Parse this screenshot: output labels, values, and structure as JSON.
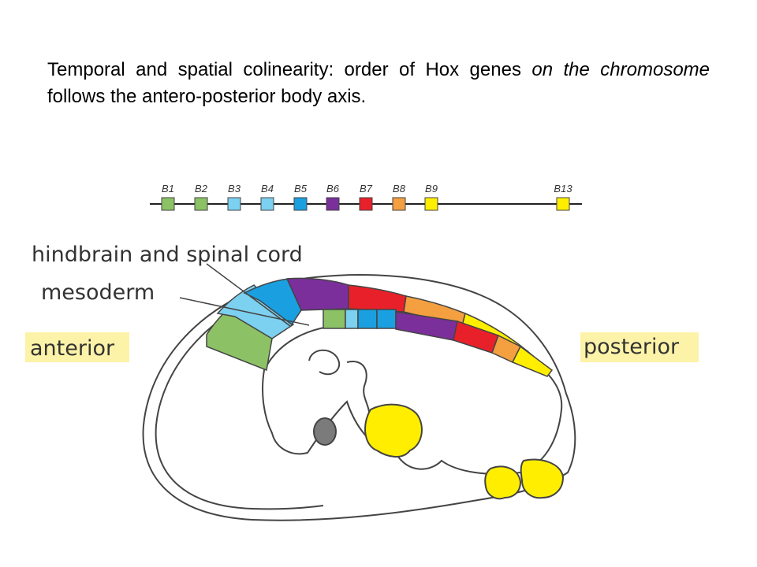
{
  "title": {
    "part1": "Temporal and spatial colinearity: order of Hox genes ",
    "part2_italic": "on the chromosome",
    "part3": " follows the antero-posterior body axis."
  },
  "chromosome": {
    "genes": [
      {
        "label": "B1",
        "color": "#8cc265"
      },
      {
        "label": "B2",
        "color": "#8cc265"
      },
      {
        "label": "B3",
        "color": "#7cd0f0"
      },
      {
        "label": "B4",
        "color": "#7cd0f0"
      },
      {
        "label": "B5",
        "color": "#1aa0e0"
      },
      {
        "label": "B6",
        "color": "#7a2f9a"
      },
      {
        "label": "B7",
        "color": "#e8202a"
      },
      {
        "label": "B8",
        "color": "#f4a040"
      },
      {
        "label": "B9",
        "color": "#ffee00"
      },
      {
        "label": "B13",
        "color": "#ffee00"
      }
    ]
  },
  "labels": {
    "hindbrain": "hindbrain and spinal cord",
    "mesoderm": "mesoderm",
    "anterior": "anterior",
    "posterior": "posterior"
  },
  "colors": {
    "highlight": "#fdf3a8",
    "green": "#8cc265",
    "light_blue": "#7cd0f0",
    "blue": "#1aa0e0",
    "purple": "#7a2f9a",
    "red": "#e8202a",
    "orange": "#f4a040",
    "yellow": "#ffee00"
  }
}
